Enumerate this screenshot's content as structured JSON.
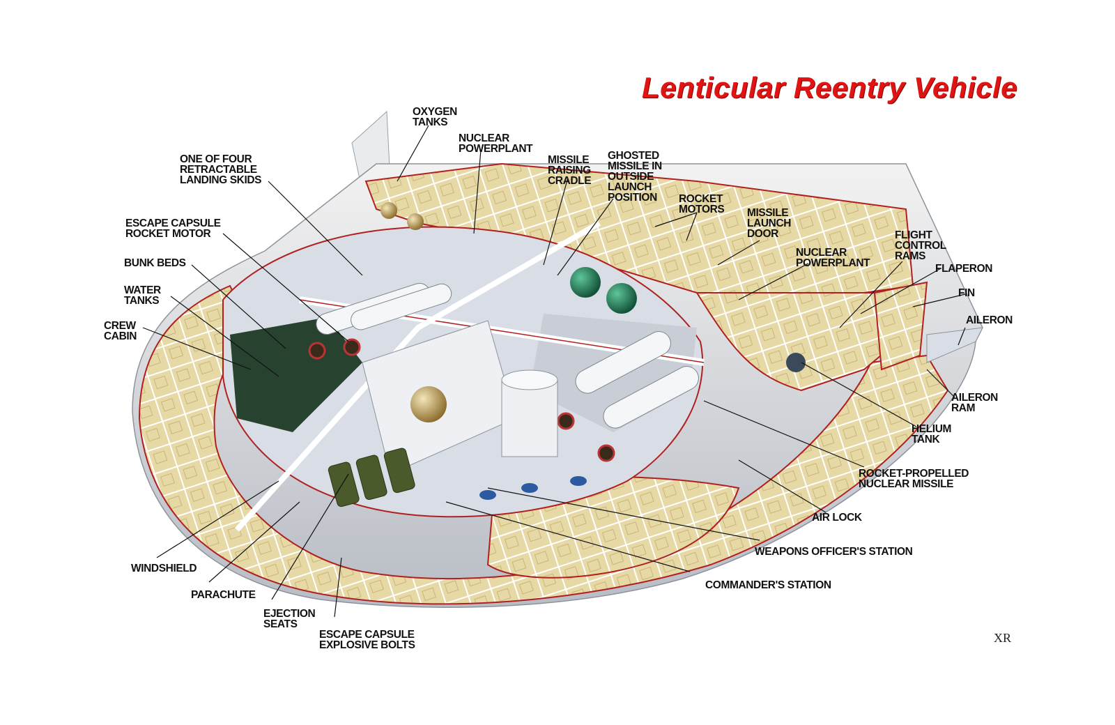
{
  "title": "Lenticular Reentry Vehicle",
  "credit": "XR",
  "labels": {
    "oxygen_tanks": "OXYGEN\nTANKS",
    "nuclear_powerplant_top": "NUCLEAR\nPOWERPLANT",
    "missile_raising_cradle": "MISSILE\nRAISING\nCRADLE",
    "ghosted_missile": "GHOSTED\nMISSILE IN\nOUTSIDE\nLAUNCH\nPOSITION",
    "rocket_motors": "ROCKET\nMOTORS",
    "missile_launch_door": "MISSILE\nLAUNCH\nDOOR",
    "nuclear_powerplant_right": "NUCLEAR\nPOWERPLANT",
    "flight_control_rams": "FLIGHT\nCONTROL\nRAMS",
    "flaperon": "FLAPERON",
    "fin": "FIN",
    "aileron": "AILERON",
    "aileron_ram": "AILERON\nRAM",
    "helium_tank": "HELIUM\nTANK",
    "rocket_propelled_missile": "ROCKET-PROPELLED\nNUCLEAR MISSILE",
    "air_lock": "AIR LOCK",
    "weapons_officer_station": "WEAPONS OFFICER'S STATION",
    "commanders_station": "COMMANDER'S STATION",
    "landing_skids": "ONE OF FOUR\nRETRACTABLE\nLANDING SKIDS",
    "escape_capsule_rocket_motor": "ESCAPE CAPSULE\nROCKET MOTOR",
    "bunk_beds": "BUNK BEDS",
    "water_tanks": "WATER\nTANKS",
    "crew_cabin": "CREW\nCABIN",
    "windshield": "WINDSHIELD",
    "parachute": "PARACHUTE",
    "ejection_seats": "EJECTION\nSEATS",
    "escape_capsule_explosive_bolts": "ESCAPE CAPSULE\nEXPLOSIVE BOLTS"
  },
  "colors": {
    "title": "#e11414",
    "hull_cutaway": "#e8dca8",
    "frame": "#ffffff",
    "hull_edge": "#b02020",
    "interior": "#d8dde6",
    "deck": "#26422f",
    "sphere": "#1f7a55",
    "leader": "#111111"
  }
}
